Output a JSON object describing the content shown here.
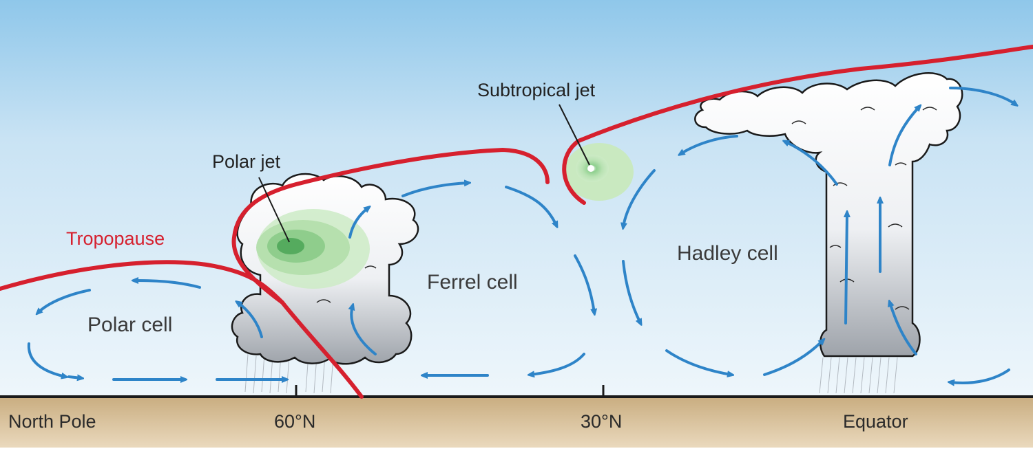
{
  "labels": {
    "tropopause": "Tropopause",
    "polar_jet": "Polar jet",
    "subtropical_jet": "Subtropical jet",
    "polar_cell": "Polar cell",
    "ferrel_cell": "Ferrel cell",
    "hadley_cell": "Hadley cell"
  },
  "ground": {
    "north_pole": "North Pole",
    "lat_60": "60°N",
    "lat_30": "30°N",
    "equator": "Equator"
  },
  "colors": {
    "sky_top": "#8ec6ea",
    "sky_bottom": "#eef6fb",
    "ground": "#dcc7a4",
    "tropopause": "#d6202e",
    "arrow": "#2e84c8",
    "jet_green": "#6fbf73"
  }
}
